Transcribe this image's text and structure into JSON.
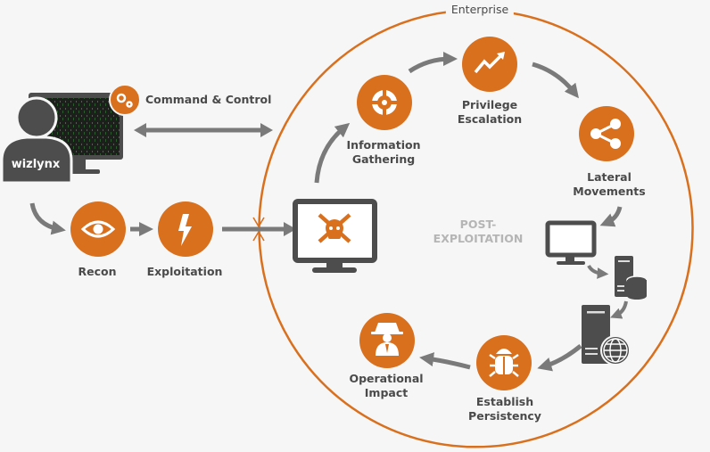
{
  "title_region": "Enterprise",
  "attacker": {
    "name": "wizlynx",
    "c2_label": "Command & Control"
  },
  "phases": {
    "recon": "Recon",
    "exploitation": "Exploitation",
    "info_gathering": [
      "Information",
      "Gathering"
    ],
    "privilege_escalation": [
      "Privilege",
      "Escalation"
    ],
    "lateral_movements": [
      "Lateral",
      "Movements"
    ],
    "establish_persistency": [
      "Establish",
      "Persistency"
    ],
    "operational_impact": [
      "Operational",
      "Impact"
    ],
    "post_exploitation": [
      "POST-",
      "EXPLOITATION"
    ]
  },
  "colors": {
    "accent": "#d9701e",
    "dark": "#4d4d4d",
    "arrow": "#7a7a7a",
    "background": "#f6f6f6",
    "muted_text": "#b5b5b5"
  }
}
